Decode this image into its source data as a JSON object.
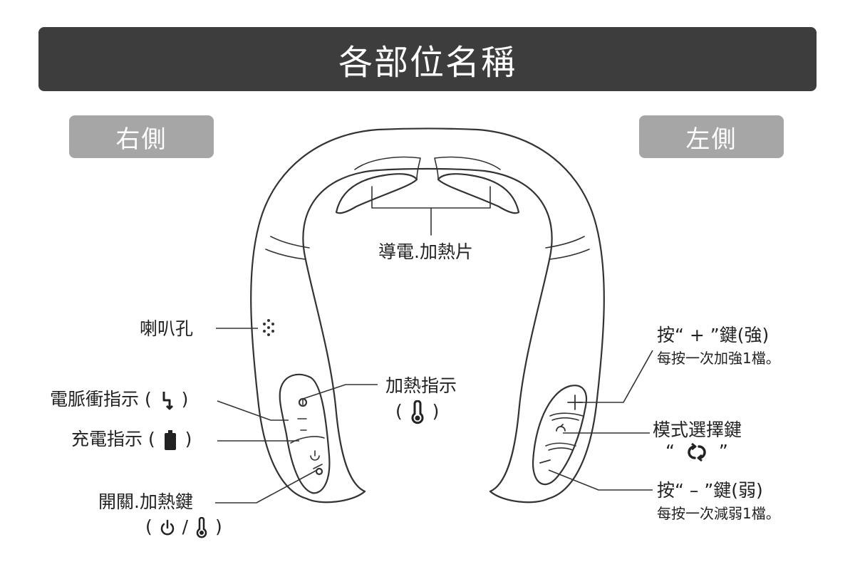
{
  "title": "各部位名稱",
  "tabs": {
    "right": "右側",
    "left": "左側"
  },
  "labels": {
    "electrode": "導電.加熱片",
    "speaker": "喇叭孔",
    "pulse_indicator": "電脈衝指示",
    "charge_indicator": "充電指示",
    "power_heat_key": "開關.加熱鍵",
    "heat_indicator": "加熱指示",
    "plus_key": "按“ + ”鍵(強)",
    "plus_desc": "每按一次加強1檔。",
    "mode_key": "模式選擇鍵",
    "minus_key": "按“ – ”鍵(弱)",
    "minus_desc": "每按一次減弱1檔。"
  },
  "icons": [
    "lightning-icon",
    "battery-icon",
    "power-icon",
    "thermometer-icon",
    "mode-cycle-icon"
  ]
}
